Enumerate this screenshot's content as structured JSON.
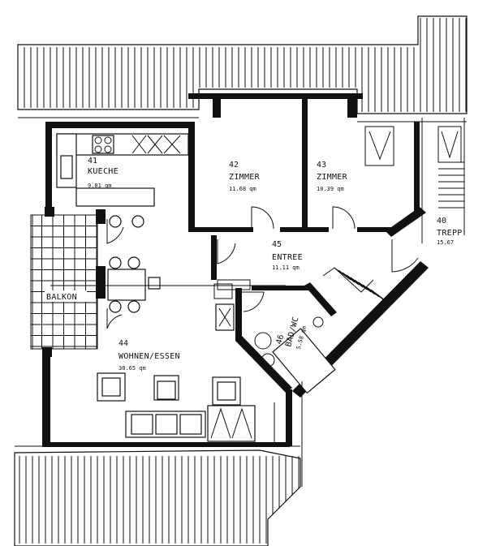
{
  "rooms": [
    {
      "number": "41",
      "name": "KUECHE",
      "area": "9.01 qm"
    },
    {
      "number": "42",
      "name": "ZIMMER",
      "area": "11.68 qm"
    },
    {
      "number": "43",
      "name": "ZIMMER",
      "area": "10.39 qm"
    },
    {
      "number": "40",
      "name": "TREPP",
      "area": "15.67"
    },
    {
      "number": "45",
      "name": "ENTREE",
      "area": "11.11 qm"
    },
    {
      "number": "46",
      "name": "BAD/WC",
      "area": "5.58 qm"
    },
    {
      "number": "44",
      "name": "WOHNEN/ESSEN",
      "area": "30.65 qm"
    }
  ],
  "balcony": {
    "name": "BALKON"
  },
  "colors": {
    "line": "#111111",
    "background": "#ffffff"
  }
}
